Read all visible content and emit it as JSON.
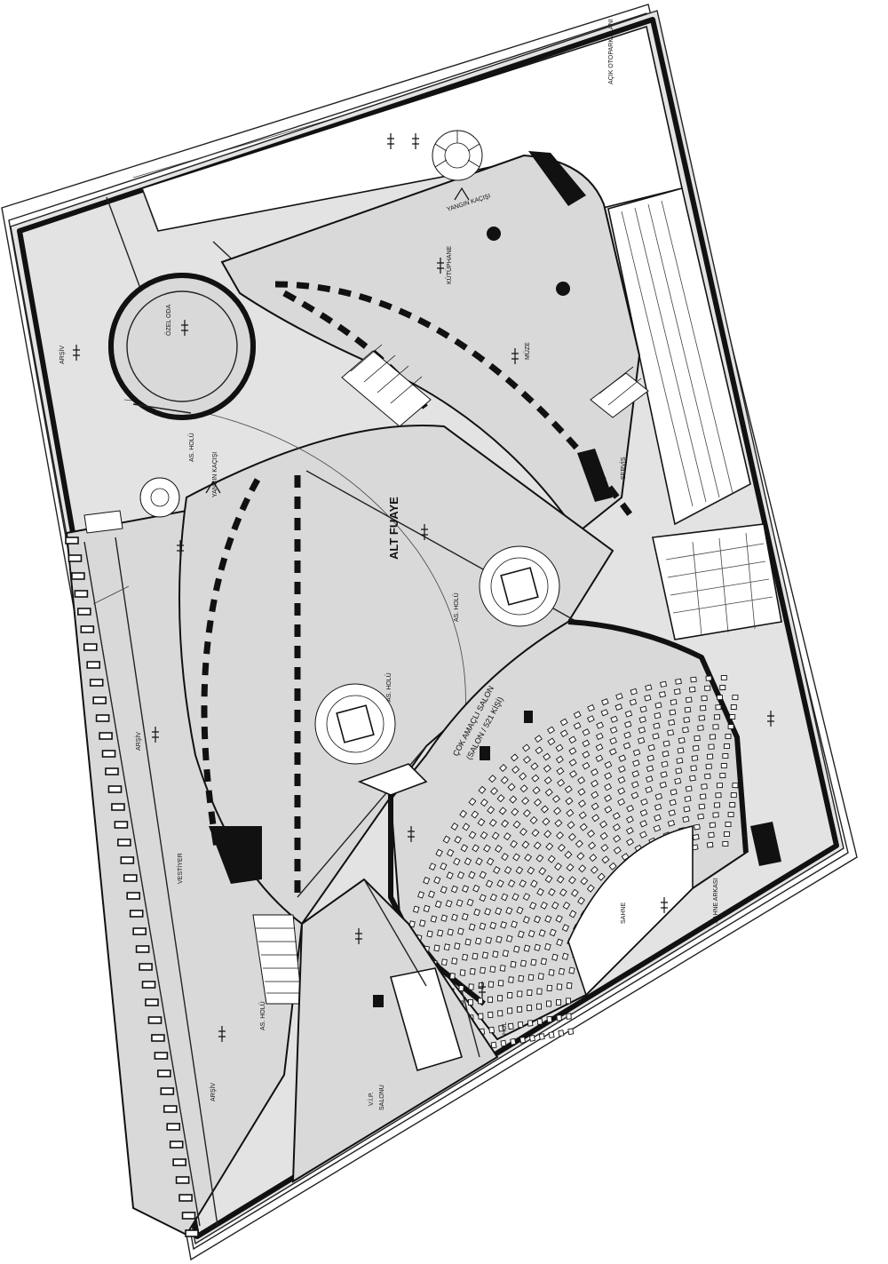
{
  "labels": {
    "acik_otopark": "AÇIK OTOPARK ALANI",
    "yangin_kacisi_1": "YANGIN KAÇIŞI",
    "yangin_kacisi_2": "YANGIN KAÇIŞI",
    "kutuphane": "KÜTÜPHANE",
    "muze": "MÜZE",
    "ozel_oda": "ÖZEL ODA",
    "arsiv_1": "ARŞİV",
    "arsiv_2": "ARŞİV",
    "arsiv_3": "ARŞİV",
    "as_holu_1": "AS. HOLÜ",
    "as_holu_2": "AS. HOLÜ",
    "as_holu_3": "AS. HOLÜ",
    "as_holu_4": "AS. HOLÜ",
    "servis": "SERVİS",
    "alt_fuaye": "ALT FUAYE",
    "cok_amacli_salon": "ÇOK AMAÇLI SALON",
    "salon_kisi": "(SALON / 521 KİŞİ)",
    "vestiyer": "VESTİYER",
    "sahne": "SAHNE",
    "sahne_arkasi": "SAHNE ARKASI",
    "hol": "HOL",
    "vip_salonu_1": "V.İ.P.",
    "vip_salonu_2": "SALONU"
  },
  "icons": [
    "north-arrow-icon",
    "exit-arrow-icon",
    "elevation-marker-icon",
    "spiral-stair-icon"
  ],
  "colors": {
    "floor": "#d9d9d9",
    "wall": "#111111",
    "background": "#ffffff"
  },
  "auditorium": {
    "seat_rows": 18,
    "arc_degrees": 110
  }
}
